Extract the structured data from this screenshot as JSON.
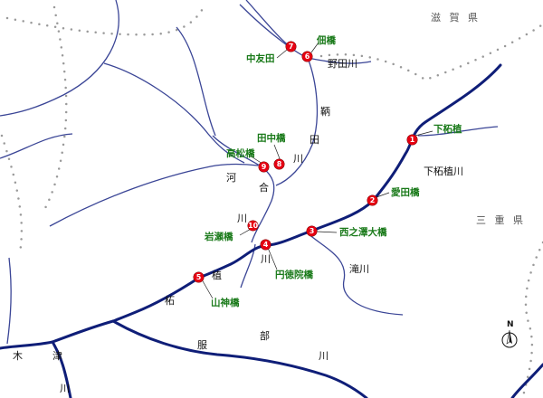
{
  "prefectures": {
    "shiga": "滋 賀 県",
    "mie": "三 重 県"
  },
  "rivers": {
    "nodagawa": "野田川",
    "shimotsugeue": "下柘植川",
    "takigawa": "滝川",
    "kizu": [
      "木",
      "津",
      "川"
    ],
    "hattori": [
      "服",
      "部",
      "川"
    ],
    "tsuge": [
      "柘",
      "植",
      "川"
    ],
    "kawai": [
      "河",
      "合",
      "川"
    ],
    "nuka": [
      "鞆",
      "田",
      "川"
    ]
  },
  "markers": [
    {
      "num": "1",
      "name": "下柘植"
    },
    {
      "num": "2",
      "name": "愛田橋"
    },
    {
      "num": "3",
      "name": "西之澤大橋"
    },
    {
      "num": "4",
      "name": "円徳院橋"
    },
    {
      "num": "5",
      "name": "山神橋"
    },
    {
      "num": "6",
      "name": "佃橋"
    },
    {
      "num": "7",
      "name": "中友田"
    },
    {
      "num": "8",
      "name": "田中橋"
    },
    {
      "num": "9",
      "name": "高松橋"
    },
    {
      "num": "10",
      "name": "岩瀬橋"
    }
  ],
  "compass": {
    "label": "N"
  },
  "colors": {
    "main_river": "#0f1e78",
    "tributary": "#3a4596",
    "boundary": "#9a9a9a",
    "marker": "#e60012",
    "site_label": "#1a7a1a"
  }
}
